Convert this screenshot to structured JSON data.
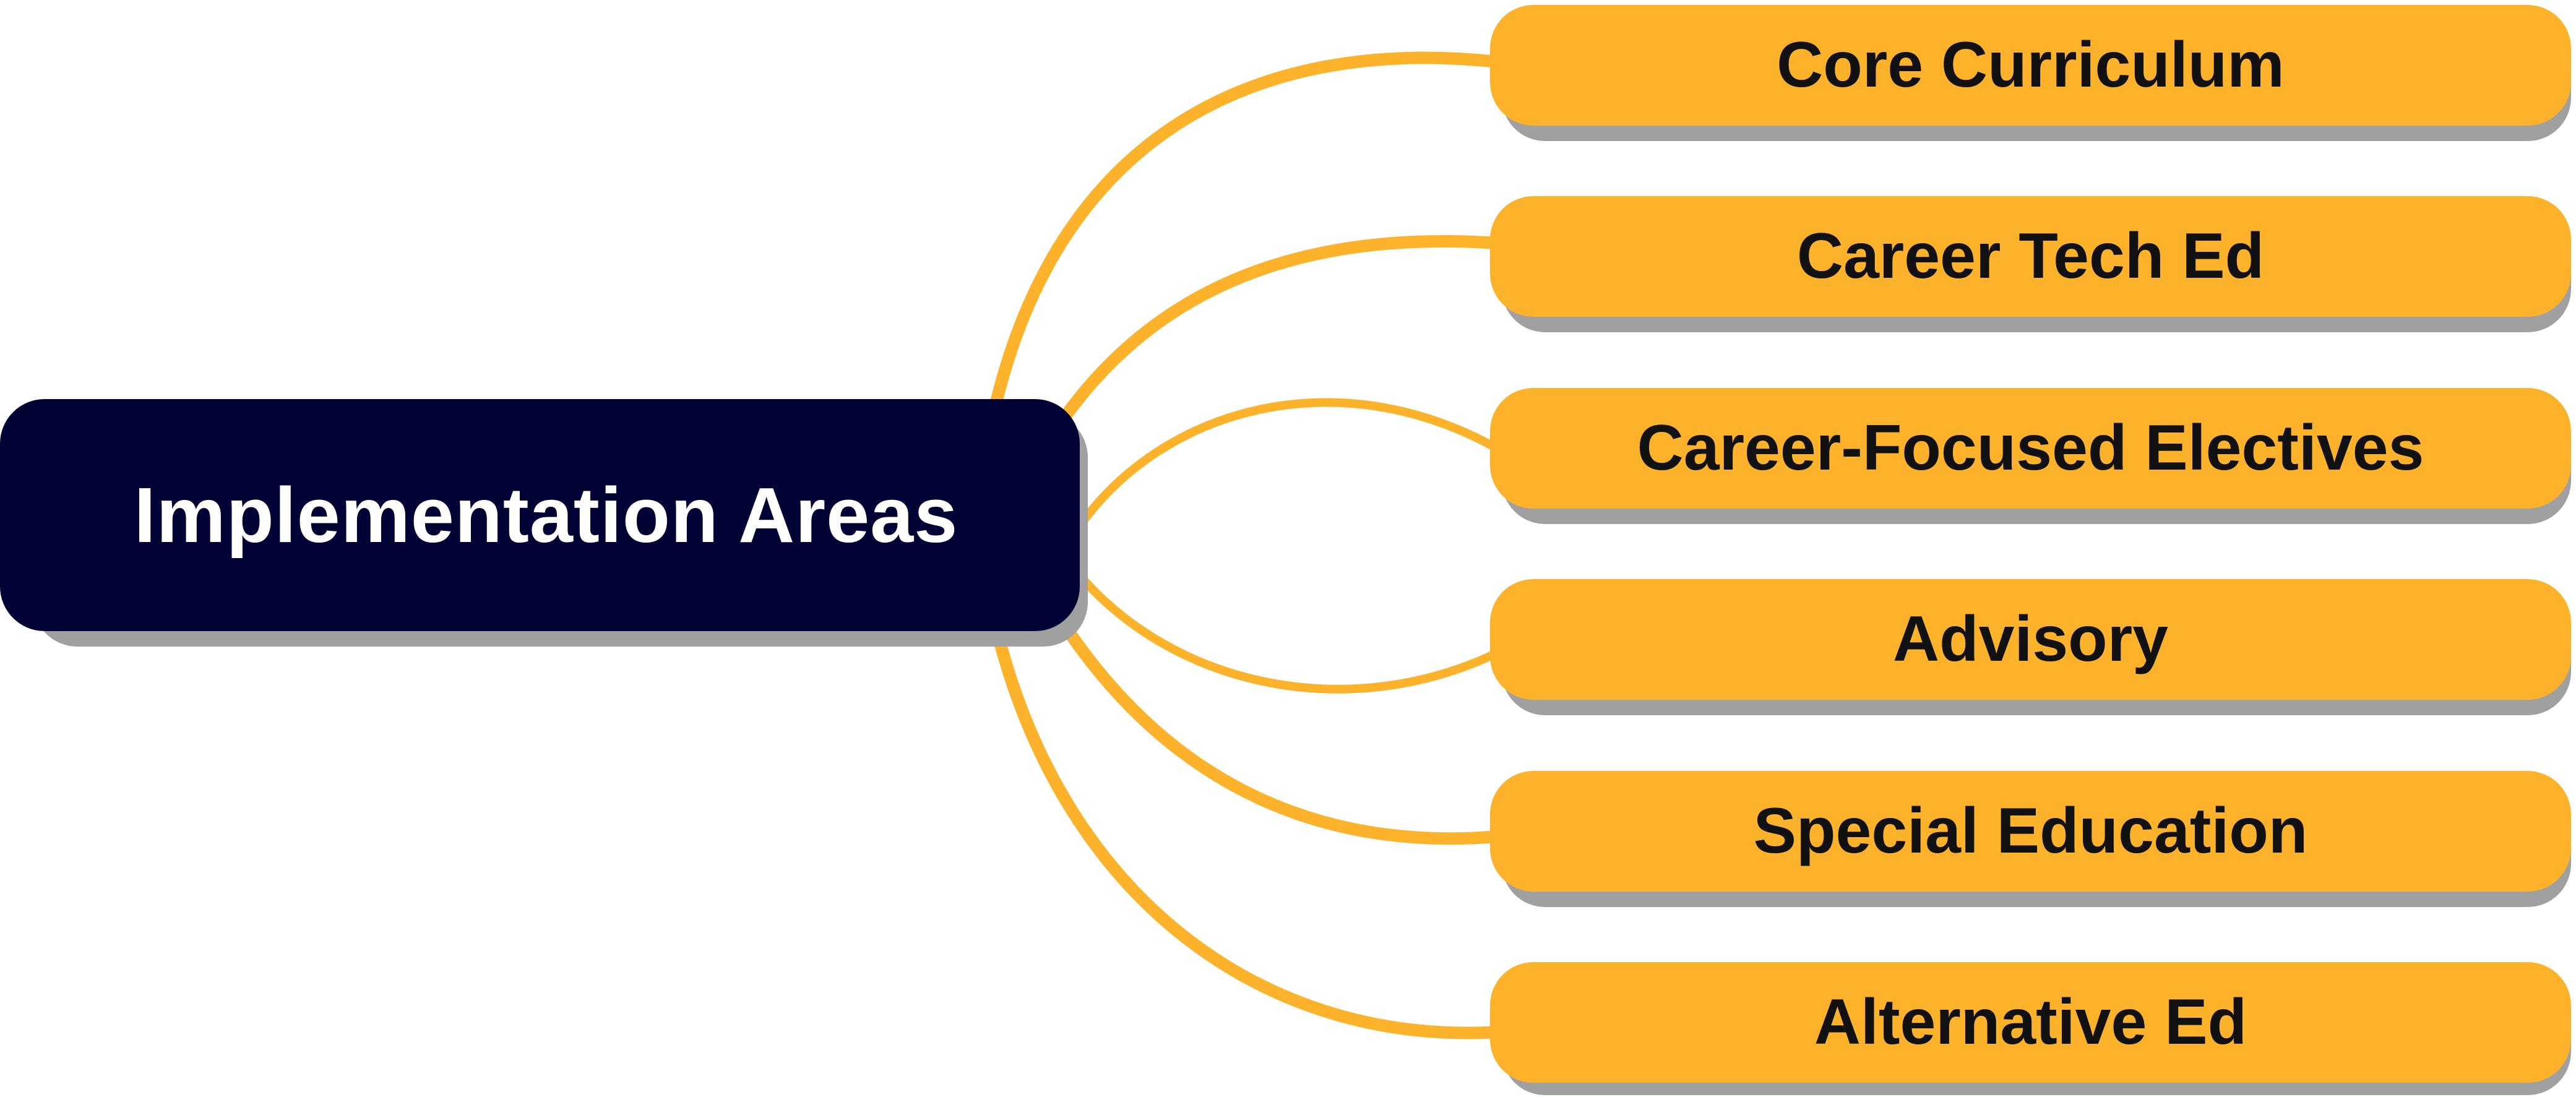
{
  "diagram": {
    "root": {
      "label": "Implementation Areas"
    },
    "branches": [
      {
        "label": "Core Curriculum"
      },
      {
        "label": "Career Tech Ed"
      },
      {
        "label": "Career-Focused Electives"
      },
      {
        "label": "Advisory"
      },
      {
        "label": "Special Education"
      },
      {
        "label": "Alternative Ed"
      }
    ]
  },
  "colors": {
    "root_fill": "#000333",
    "root_text": "#ffffff",
    "branch_fill": "#fdb22b",
    "branch_text": "#111111",
    "connector": "#fdb22b",
    "shadow": "#a0a0a0"
  }
}
